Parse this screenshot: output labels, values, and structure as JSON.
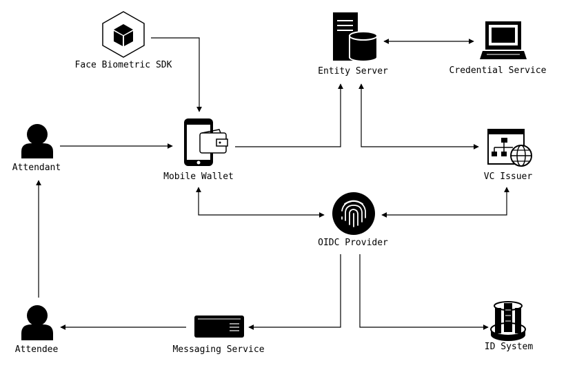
{
  "nodes": {
    "face_sdk": {
      "label": "Face Biometric SDK",
      "icon": "cube-icon"
    },
    "entity_server": {
      "label": "Entity Server",
      "icon": "server-database-icon"
    },
    "credential_service": {
      "label": "Credential Service",
      "icon": "desktop-computer-icon"
    },
    "attendant": {
      "label": "Attendant",
      "icon": "person-icon"
    },
    "mobile_wallet": {
      "label": "Mobile Wallet",
      "icon": "phone-wallet-icon"
    },
    "vc_issuer": {
      "label": "VC Issuer",
      "icon": "sitemap-globe-icon"
    },
    "oidc_provider": {
      "label": "OIDC Provider",
      "icon": "fingerprint-icon"
    },
    "attendee": {
      "label": "Attendee",
      "icon": "person-icon"
    },
    "messaging_service": {
      "label": "Messaging Service",
      "icon": "server-rack-icon"
    },
    "id_system": {
      "label": "ID System",
      "icon": "datacenter-icon"
    }
  },
  "edges": [
    {
      "from": "face_sdk",
      "to": "mobile_wallet",
      "direction": "forward"
    },
    {
      "from": "attendant",
      "to": "mobile_wallet",
      "direction": "forward"
    },
    {
      "from": "mobile_wallet",
      "to": "entity_server",
      "direction": "forward"
    },
    {
      "from": "entity_server",
      "to": "credential_service",
      "direction": "both"
    },
    {
      "from": "entity_server",
      "to": "vc_issuer",
      "direction": "both"
    },
    {
      "from": "mobile_wallet",
      "to": "oidc_provider",
      "direction": "both"
    },
    {
      "from": "oidc_provider",
      "to": "vc_issuer",
      "direction": "both"
    },
    {
      "from": "oidc_provider",
      "to": "messaging_service",
      "direction": "forward"
    },
    {
      "from": "oidc_provider",
      "to": "id_system",
      "direction": "forward"
    },
    {
      "from": "messaging_service",
      "to": "attendee",
      "direction": "forward"
    },
    {
      "from": "attendee",
      "to": "attendant",
      "direction": "forward"
    }
  ],
  "colors": {
    "stroke": "#000000",
    "background": "#ffffff",
    "icon_fill": "#000000"
  }
}
